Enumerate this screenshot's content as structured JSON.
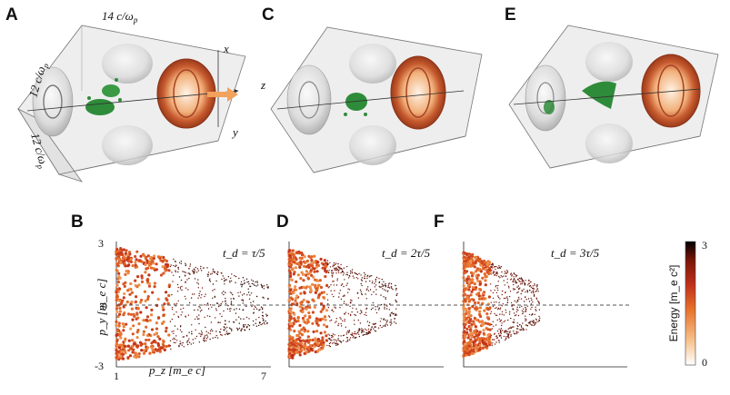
{
  "panels": {
    "A": "A",
    "B": "B",
    "C": "C",
    "D": "D",
    "E": "E",
    "F": "F"
  },
  "sim_box_labels": {
    "length": "14 c/ω",
    "length_sub": "p",
    "width_top": "12 c/ω",
    "width_top_sub": "p",
    "width_bottom": "12 c/ω",
    "width_bottom_sub": "p",
    "axis_x": "x",
    "axis_y": "y",
    "axis_z": "z"
  },
  "colors": {
    "electron_bunch": "#2e8b3a",
    "plasma_wake": "#c8643a",
    "laser_arrow": "#f2a25c",
    "dashed_zero": "#555555"
  },
  "chart_data": [
    {
      "type": "scatter",
      "panel": "B",
      "title": "t_d = τ/5",
      "xlabel": "p_z [m_e c]",
      "ylabel": "p_y [m_e c]",
      "xlim": [
        1,
        7
      ],
      "ylim": [
        -3,
        3
      ],
      "x_ticks": [
        "1",
        "7"
      ],
      "y_ticks": [
        "3",
        "0",
        "-3"
      ],
      "color_encoding": "energy",
      "extent_x": [
        1.0,
        6.9
      ],
      "extent_y": [
        -2.7,
        2.7
      ]
    },
    {
      "type": "scatter",
      "panel": "D",
      "title": "t_d = 2τ/5",
      "xlim": [
        1,
        7
      ],
      "ylim": [
        -3,
        3
      ],
      "color_encoding": "energy",
      "extent_x": [
        1.0,
        5.2
      ],
      "extent_y": [
        -2.6,
        2.6
      ]
    },
    {
      "type": "scatter",
      "panel": "F",
      "title": "t_d = 3τ/5",
      "xlim": [
        1,
        7
      ],
      "ylim": [
        -3,
        3
      ],
      "color_encoding": "energy",
      "extent_x": [
        1.0,
        3.8
      ],
      "extent_y": [
        -2.5,
        2.5
      ]
    },
    {
      "type": "colorbar",
      "label": "Energy [m_e c²]",
      "range": [
        0,
        3
      ],
      "ticks": [
        "3",
        "0"
      ],
      "colors": [
        "#ffffff",
        "#f7c18a",
        "#e8722b",
        "#c0301a",
        "#7a1508",
        "#000000"
      ]
    }
  ]
}
